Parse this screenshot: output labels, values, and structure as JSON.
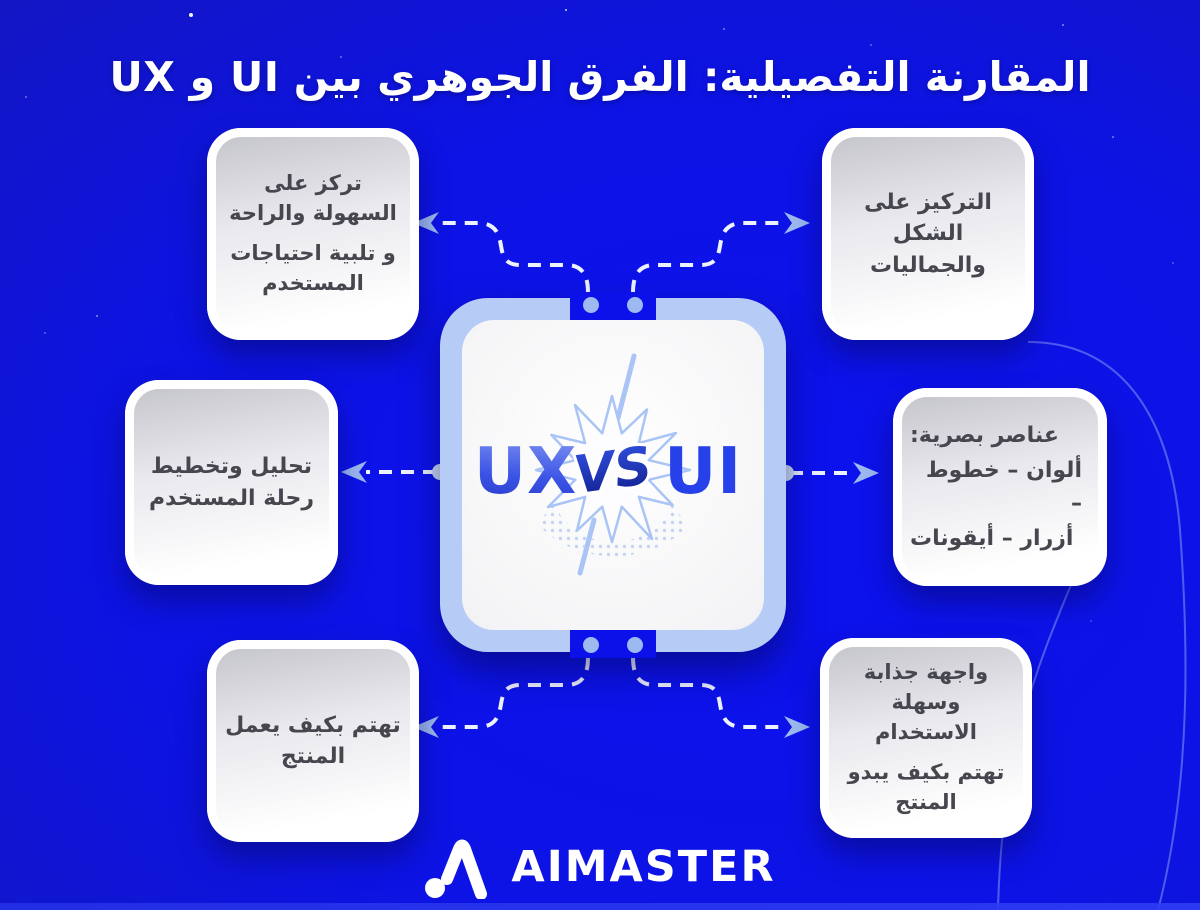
{
  "title": "المقارنة التفصيلية: الفرق الجوهري بين UI و UX",
  "center_card": {
    "ux_label": "UX",
    "vs_label": "VS",
    "ui_label": "UI"
  },
  "cards": {
    "top_left": {
      "lines": [
        "تركز على السهولة والراحة",
        "و تلبية احتياجات المستخدم"
      ]
    },
    "top_right": {
      "lines": [
        "التركيز على الشكل والجماليات"
      ]
    },
    "mid_left": {
      "lines": [
        "تحليل وتخطيط رحلة المستخدم"
      ]
    },
    "mid_right": {
      "lines": [
        "عناصر بصرية:",
        "ألوان – خطوط –",
        "أزرار – أيقونات"
      ]
    },
    "bottom_left": {
      "lines": [
        "تهتم بكيف يعمل المنتج"
      ]
    },
    "bottom_right": {
      "lines": [
        "واجهة جذابة وسهلة الاستخدام",
        "تهتم بكيف يبدو المنتج"
      ]
    }
  },
  "logo": {
    "text": "AIMASTER"
  },
  "icons": {
    "logo_mark": "aimaster-a-mark",
    "vs_badge": "comic-starburst",
    "connectors": "dashed-arrow"
  },
  "colors": {
    "background_bright": "#0c12ec",
    "background_deep": "#191b9e",
    "frame_blue": "#b7cbf7",
    "dash_white": "#edf2ff",
    "arrowhead_blue": "#9db9f0",
    "card_text": "#46464e",
    "ux_blue": "#3c5bee",
    "ui_blue": "#2640ea",
    "vs_dark_blue": "#14207e",
    "card_white": "#ffffff"
  }
}
